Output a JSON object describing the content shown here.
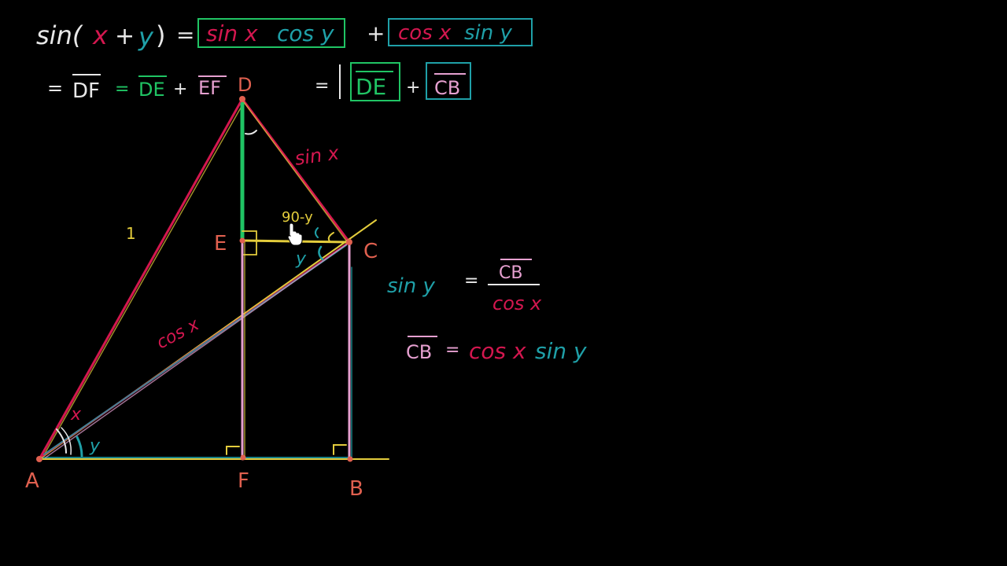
{
  "colors": {
    "background": "#000000",
    "white": "#e8e8e8",
    "red": "#d4174f",
    "green": "#20c464",
    "teal": "#1fa0a8",
    "yellow": "#e3cc3c",
    "pink": "#e6a0d0",
    "salmon": "#e0604f"
  },
  "equation_line1": {
    "lhs": "sin(",
    "x": "x",
    "plus": "+",
    "y": "y",
    "close": ")",
    "equals": "=",
    "term1_a": "sin x",
    "term1_b": "cos y",
    "plus2": "+",
    "term2_a": "cos x",
    "term2_b": "sin y"
  },
  "equation_line2": {
    "eq1": "=",
    "df": "DF",
    "eq2": "=",
    "de": "DE",
    "plus": "+",
    "ef": "EF",
    "eq3": "=",
    "de_box": "DE",
    "plus2": "+",
    "cb_box": "CB"
  },
  "points": {
    "A": "A",
    "B": "B",
    "C": "C",
    "D": "D",
    "E": "E",
    "F": "F"
  },
  "labels": {
    "hyp": "1",
    "sin_x": "sin x",
    "cos_x": "cos x",
    "angle_x": "x",
    "angle_y": "y",
    "angle_y_c": "y",
    "ninety": "90-y"
  },
  "side_work": {
    "siny": "sin y",
    "equals": "=",
    "numerator": "CB",
    "denominator": "cos x",
    "result_lhs": "CB",
    "result_eq": "=",
    "result_a": "cos x",
    "result_b": "sin y"
  }
}
